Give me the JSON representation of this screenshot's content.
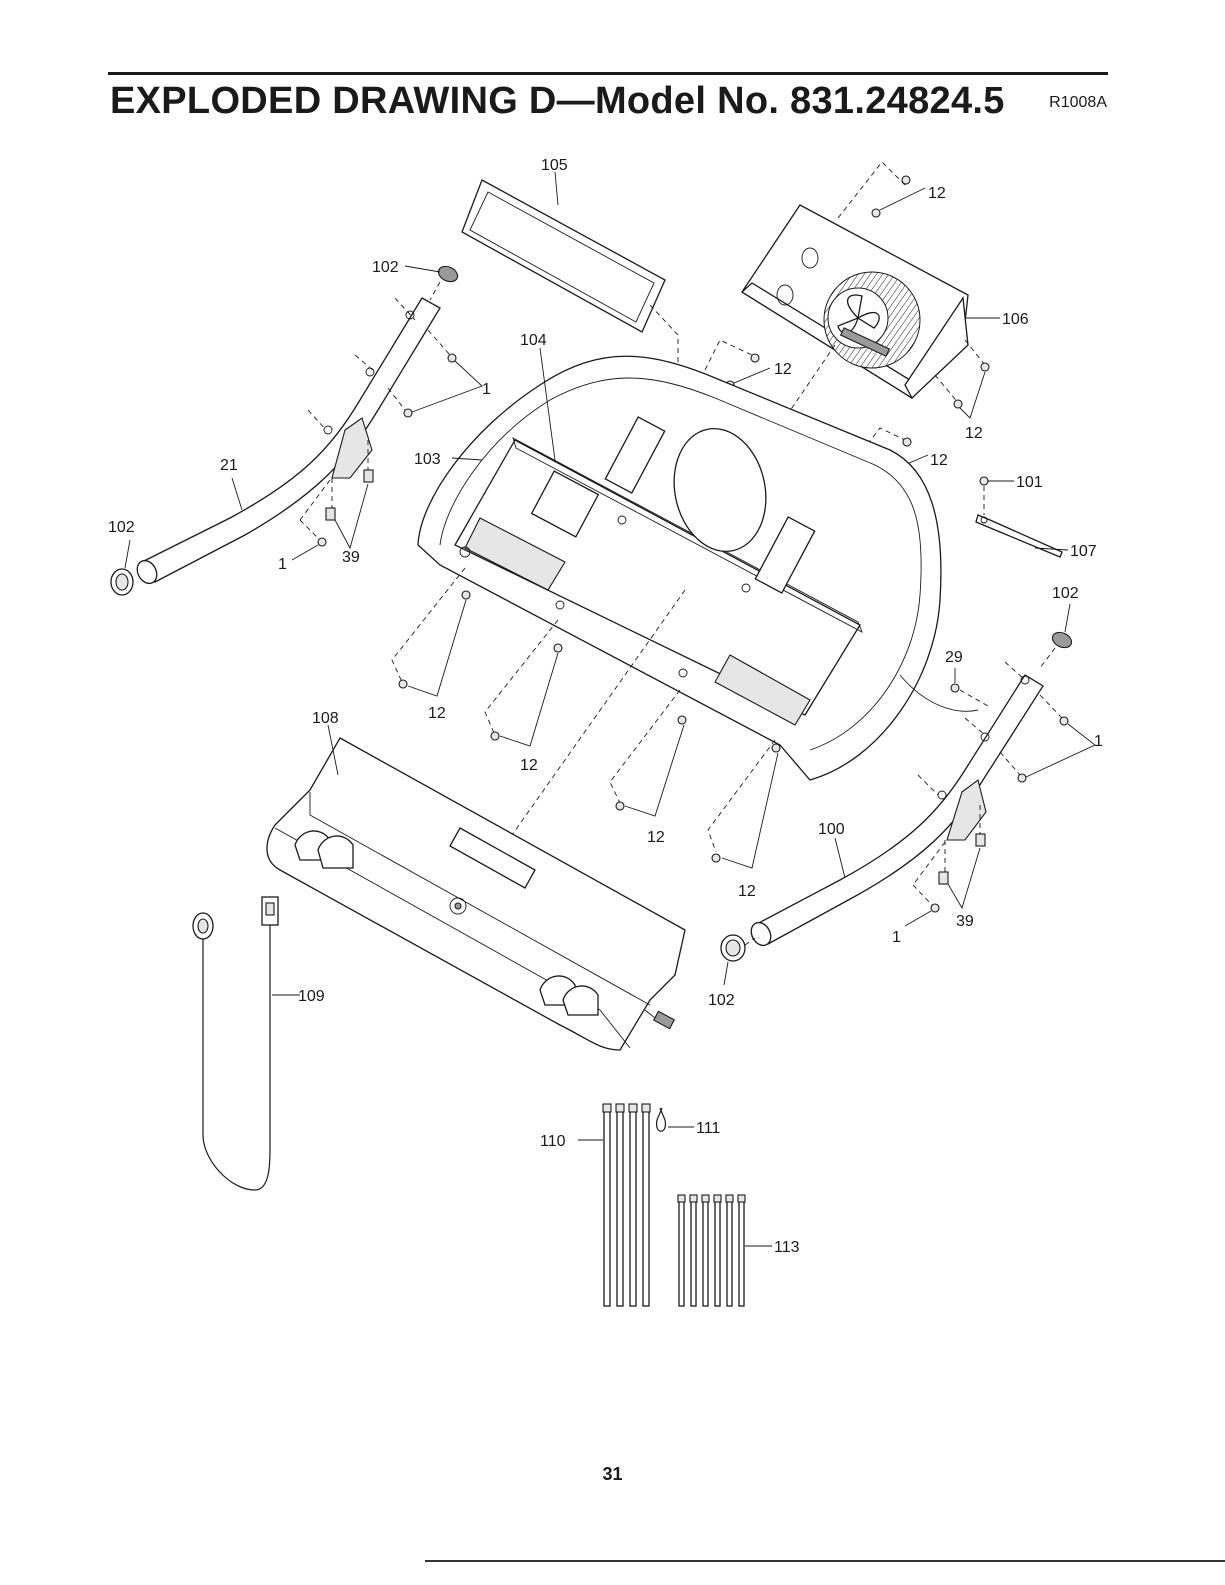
{
  "header": {
    "title": "EXPLODED DRAWING D—Model No. 831.24824.5",
    "ref_code": "R1008A"
  },
  "footer": {
    "page_number": "31"
  },
  "callouts": {
    "c105": "105",
    "c12a": "12",
    "c102a": "102",
    "c106": "106",
    "c104": "104",
    "c1a": "1",
    "c12b": "12",
    "c12c": "12",
    "c21": "21",
    "c103": "103",
    "c12d": "12",
    "c101": "101",
    "c102b": "102",
    "c39a": "39",
    "c1b": "1",
    "c107": "107",
    "c102c": "102",
    "c29": "29",
    "c108": "108",
    "c12e": "12",
    "c1c": "1",
    "c12f": "12",
    "c12g": "12",
    "c100": "100",
    "c12h": "12",
    "c39b": "39",
    "c1d": "1",
    "c109": "109",
    "c102d": "102",
    "c110": "110",
    "c111": "111",
    "c113": "113"
  }
}
